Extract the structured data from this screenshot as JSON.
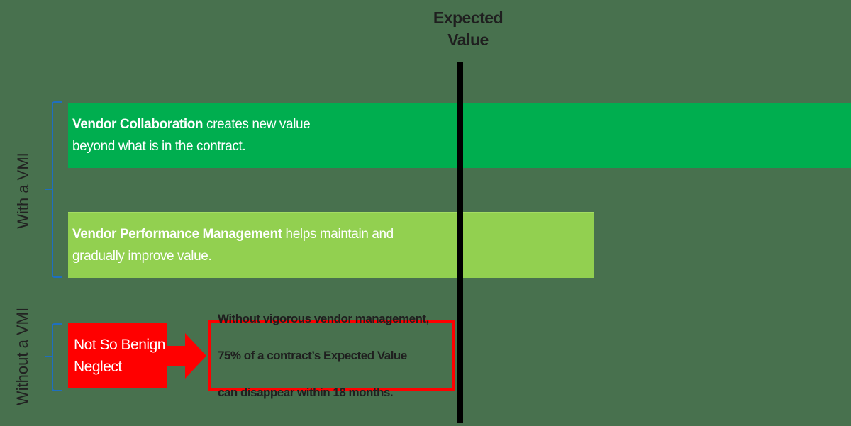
{
  "expected_value": {
    "label_line1": "Expected",
    "label_line2": "Value"
  },
  "groups": {
    "with_vmi": "With a VMI",
    "without_vmi": "Without  a VMI"
  },
  "bars": [
    {
      "title": "Vendor Collaboration",
      "rest_line1": " creates new value",
      "line2": "beyond what is in the contract.",
      "color": "#00ae4f"
    },
    {
      "title": "Vendor Performance Management",
      "rest_line1": " helps maintain and",
      "line2": "gradually improve value.",
      "color": "#92d050"
    }
  ],
  "neglect": {
    "line1": "Not So Benign",
    "line2": "Neglect",
    "color": "#ff0000"
  },
  "warning": {
    "line1": "Without vigorous vendor management,",
    "line2": "75% of a contract’s  Expected Value",
    "line3": "can disappear within 18 months."
  },
  "colors": {
    "background": "#48714e",
    "brace": "#1f6fbf",
    "expected_line": "#000000"
  }
}
